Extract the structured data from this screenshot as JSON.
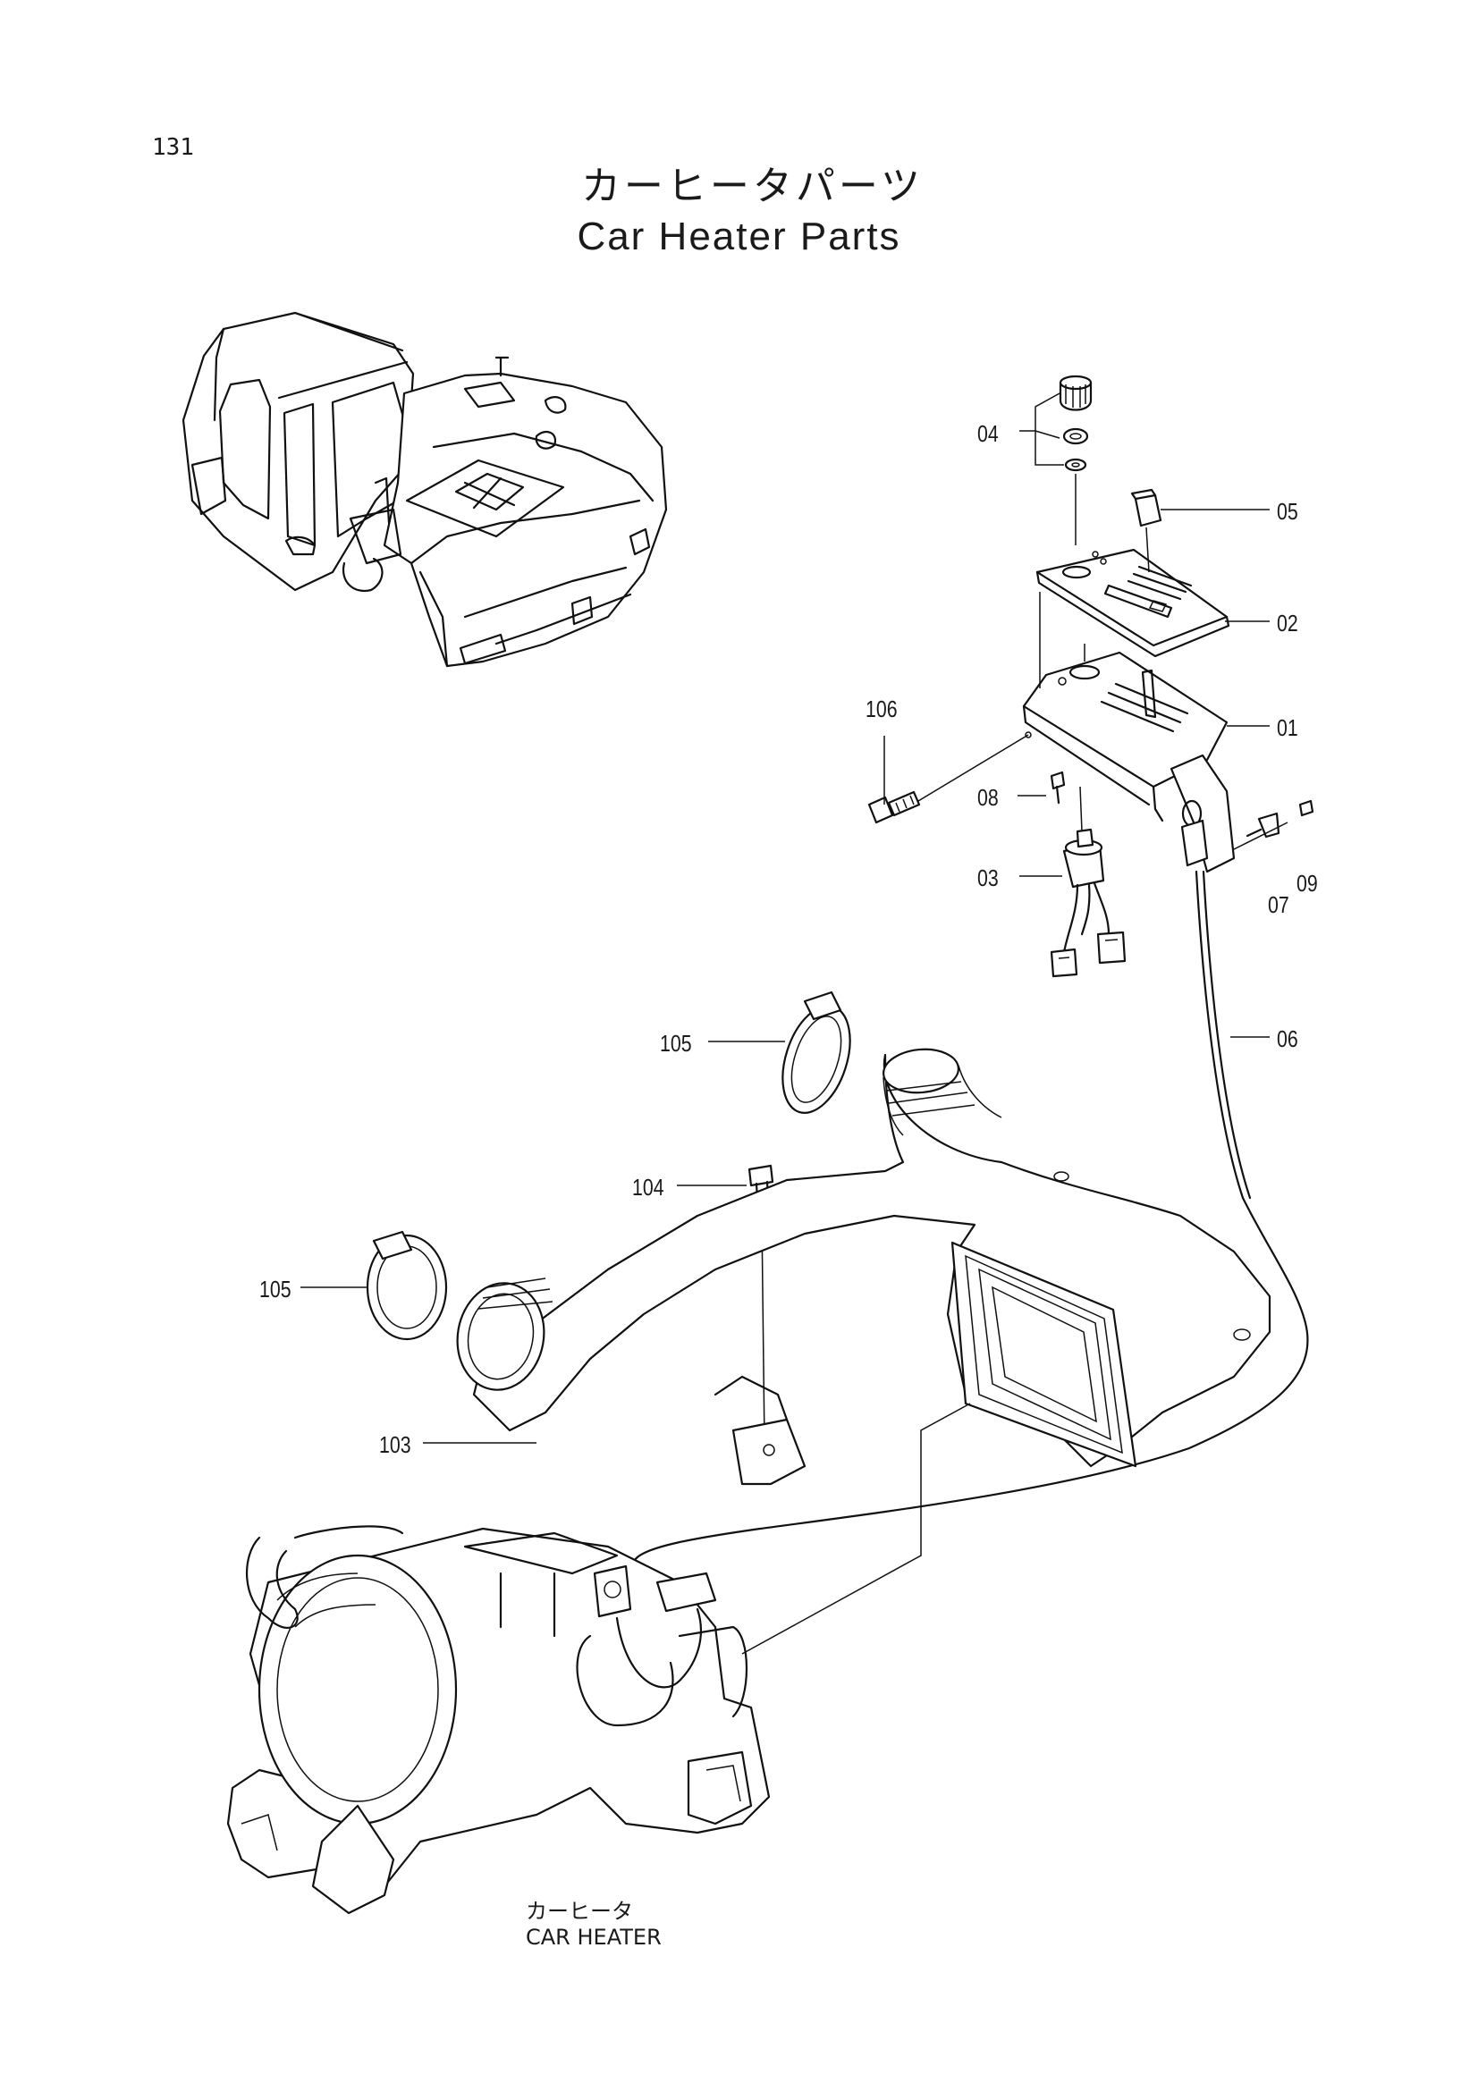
{
  "page": {
    "number": "131"
  },
  "title": {
    "japanese": "カーヒータパーツ",
    "english": "Car Heater Parts"
  },
  "callouts": [
    {
      "id": "04",
      "part": "knob-washer-set"
    },
    {
      "id": "05",
      "part": "lever-knob"
    },
    {
      "id": "02",
      "part": "panel"
    },
    {
      "id": "01",
      "part": "bracket"
    },
    {
      "id": "106",
      "part": "bolt"
    },
    {
      "id": "08",
      "part": "screw"
    },
    {
      "id": "03",
      "part": "switch"
    },
    {
      "id": "07",
      "part": "clip"
    },
    {
      "id": "09",
      "part": "screw"
    },
    {
      "id": "06",
      "part": "control-cable"
    },
    {
      "id": "105",
      "part": "hose-clamp-upper"
    },
    {
      "id": "104",
      "part": "bolt"
    },
    {
      "id": "105",
      "part": "hose-clamp-lower"
    },
    {
      "id": "103",
      "part": "duct"
    }
  ],
  "assembly_caption": {
    "japanese": "カーヒータ",
    "english": "CAR HEATER"
  }
}
